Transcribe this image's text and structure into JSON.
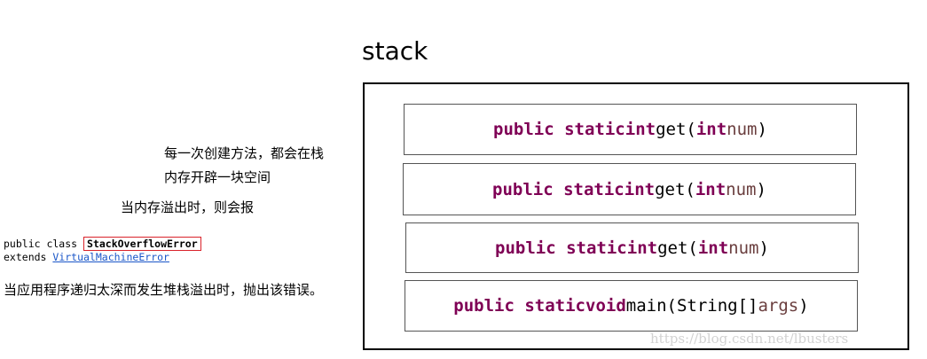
{
  "notes": {
    "line1": "每一次创建方法，都会在栈",
    "line2": "内存开辟一块空间",
    "line3": "当内存溢出时，则会报"
  },
  "javadoc": {
    "line1_prefix": "public class ",
    "class_name": "StackOverflowError",
    "line2_prefix": "extends ",
    "superclass_link": "VirtualMachineError"
  },
  "description": "当应用程序递归太深而发生堆栈溢出时，抛出该错误。",
  "stack": {
    "title": "stack",
    "frames": [
      {
        "modifiers": "public static",
        "type": "int",
        "name": "get(",
        "param_type": "int",
        "param_name": "num",
        "close": ")"
      },
      {
        "modifiers": "public static",
        "type": "int",
        "name": "get(",
        "param_type": "int",
        "param_name": "num",
        "close": ")"
      },
      {
        "modifiers": "public static",
        "type": "int",
        "name": "get(",
        "param_type": "int",
        "param_name": "num",
        "close": ")"
      },
      {
        "modifiers": "public static",
        "type": "void",
        "name": "main(String[]",
        "param_type": "",
        "param_name": "args",
        "close": ")"
      }
    ]
  },
  "watermark": "https://blog.csdn.net/lbusters",
  "colors": {
    "keyword": "#7f0055",
    "param": "#6a3e3e",
    "link": "#1a56c8",
    "highlight_border": "#d9222a"
  }
}
